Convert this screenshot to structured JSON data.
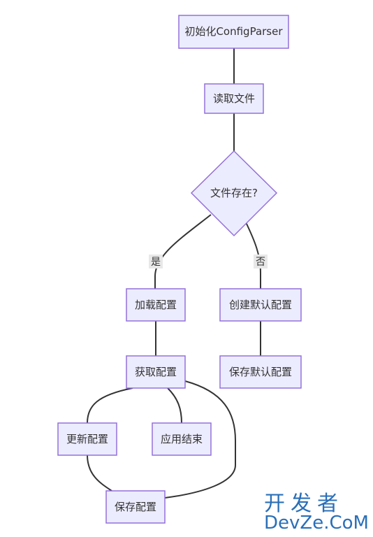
{
  "nodes": {
    "init": "初始化ConfigParser",
    "read": "读取文件",
    "exists": "文件存在?",
    "load": "加载配置",
    "create_default": "创建默认配置",
    "save_default": "保存默认配置",
    "get": "获取配置",
    "update": "更新配置",
    "end": "应用结束",
    "save": "保存配置"
  },
  "edge_labels": {
    "yes": "是",
    "no": "否"
  },
  "watermark": {
    "line1": "开发者",
    "line2": "DevZe.CoM"
  },
  "colors": {
    "node_fill": "#ECECFF",
    "node_stroke": "#9370DB",
    "edge": "#333333",
    "watermark": "#2a6fb8"
  }
}
